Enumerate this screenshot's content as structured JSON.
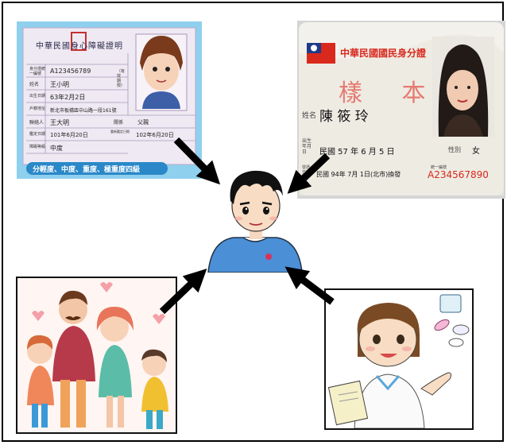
{
  "disability_card": {
    "title": "中華民國身心障礙證明",
    "rows": [
      {
        "label": "身分證統一編號",
        "value": "A123456789"
      },
      {
        "label": "姓名",
        "value": "王小明"
      },
      {
        "label": "出生日期",
        "value": "63年2月2日"
      },
      {
        "label": "戶籍地址",
        "value": "新北市板橋區中山路一段161號"
      },
      {
        "label": "聯絡人",
        "value": "王大明",
        "extra_label": "關係",
        "extra_value": "父親"
      },
      {
        "label": "鑑定日期",
        "value": "101年6月20日",
        "extra_label": "重新鑑定日期",
        "extra_value": "102年6月20日"
      },
      {
        "label": "障礙等級",
        "value": "中度"
      }
    ],
    "side_label": "（有效期限）",
    "banner": "分輕度、中度、重度、極重度四級"
  },
  "id_card": {
    "title": "中華民國國民身分證",
    "watermark": "樣 本",
    "name_label": "姓名",
    "name": "陳 筱 玲",
    "birth_label": "出生年月日",
    "birth": "民國 57 年 6 月 5 日",
    "sex_label": "性別",
    "sex": "女",
    "issue_label": "發證日期",
    "issue": "民國 94年 7月 1日(北市)換發",
    "id_label": "統一編號",
    "id_number": "A234567890"
  },
  "colors": {
    "disab_bg": "#e6e3ef",
    "disab_header": "#8fd0ee",
    "disab_banner": "#2a88c8",
    "id_red": "#d9281c",
    "boy_shirt": "#4b8fd6",
    "arrow": "#000000"
  }
}
